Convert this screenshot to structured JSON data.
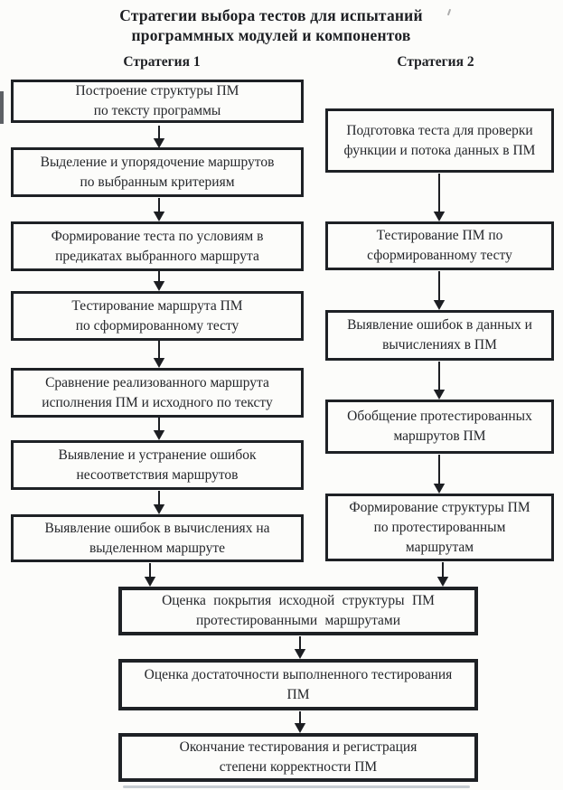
{
  "title": {
    "line1": "Стратегии выбора тестов для испытаний",
    "line2": "программных модулей и компонентов"
  },
  "columns": {
    "left": {
      "header": "Стратегия 1",
      "boxes": [
        {
          "text": "Построение структуры ПМ\nпо тексту программы"
        },
        {
          "text": "Выделение и упорядочение маршрутов\nпо выбранным критериям"
        },
        {
          "text": "Формирование теста по условиям в\nпредикатах выбранного маршрута"
        },
        {
          "text": "Тестирование маршрута ПМ\nпо сформированному тесту"
        },
        {
          "text": "Сравнение реализованного маршрута\nисполнения ПМ и исходного по тексту"
        },
        {
          "text": "Выявление и устранение ошибок\nнесоответствия маршрутов"
        },
        {
          "text": "Выявление ошибок в вычислениях на\nвыделенном маршруте"
        }
      ]
    },
    "right": {
      "header": "Стратегия 2",
      "boxes": [
        {
          "text": "Подготовка теста для проверки\nфункции и потока данных в ПМ"
        },
        {
          "text": "Тестирование ПМ по\nсформированному тесту"
        },
        {
          "text": "Выявление ошибок в данных и\nвычислениях в ПМ"
        },
        {
          "text": "Обобщение протестированных\nмаршрутов ПМ"
        },
        {
          "text": "Формирование структуры ПМ\nпо протестированным\nмаршрутам"
        }
      ]
    }
  },
  "shared": {
    "boxes": [
      {
        "text": "Оценка покрытия исходной структуры ПМ\nпротестированными маршрутами"
      },
      {
        "text": "Оценка достаточности выполненного тестирования\nПМ"
      },
      {
        "text": "Окончание тестирования и регистрация\nстепени корректности ПМ"
      }
    ]
  },
  "colors": {
    "border": "#1e2125",
    "text": "#24262a",
    "background": "#fcfcfa",
    "arrow": "#1c1e22"
  }
}
